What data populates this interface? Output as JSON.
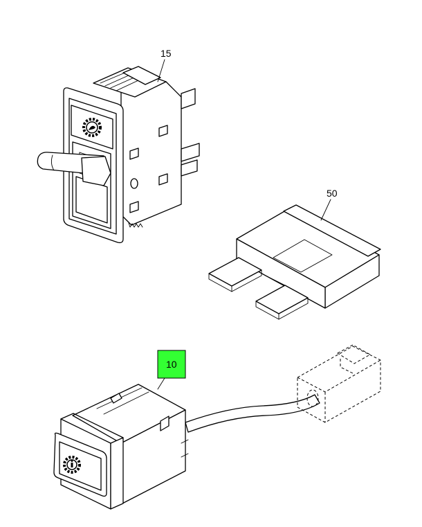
{
  "callouts": {
    "rocker_switch": "15",
    "fuse": "50",
    "push_switch_harness": "10"
  },
  "colors": {
    "highlight": "#33ff33",
    "line": "#000000",
    "background": "#ffffff"
  }
}
